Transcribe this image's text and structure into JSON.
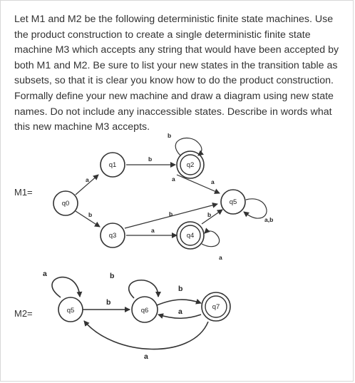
{
  "question": {
    "text": "Let M1 and M2 be the following deterministic finite state machines.  Use the product construction to create a single deterministic finite state machine M3 which accepts any string that would have been accepted by both M1 and M2.  Be sure to list your new states in the transition table as subsets, so that it is clear you know how to do the product construction.  Formally define your new machine and draw a diagram using new state names.  Do not include any inaccessible states.  Describe in words what this new machine M3 accepts."
  },
  "m1": {
    "label": "M1=",
    "states": {
      "q0": "q0",
      "q1": "q1",
      "q2": "q2",
      "q3": "q3",
      "q4": "q4",
      "q5": "q5"
    },
    "transitions": {
      "q0_q1": "a",
      "q0_q3": "b",
      "q1_q2": "b",
      "q2_loop": "b",
      "q2_q5": "a",
      "q3_q5": "b",
      "q3_q4": "a",
      "q4_q5": "b",
      "q4_loop": "a",
      "q5_loop": "a,b"
    }
  },
  "m2": {
    "label": "M2=",
    "states": {
      "q5": "q5",
      "q6": "q6",
      "q7": "q7"
    },
    "transitions": {
      "q5_loop": "a",
      "q5_q6": "b",
      "q6_loop": "b",
      "q6_q7": "b",
      "q7_q6": "a",
      "q7_q5": "a"
    }
  }
}
